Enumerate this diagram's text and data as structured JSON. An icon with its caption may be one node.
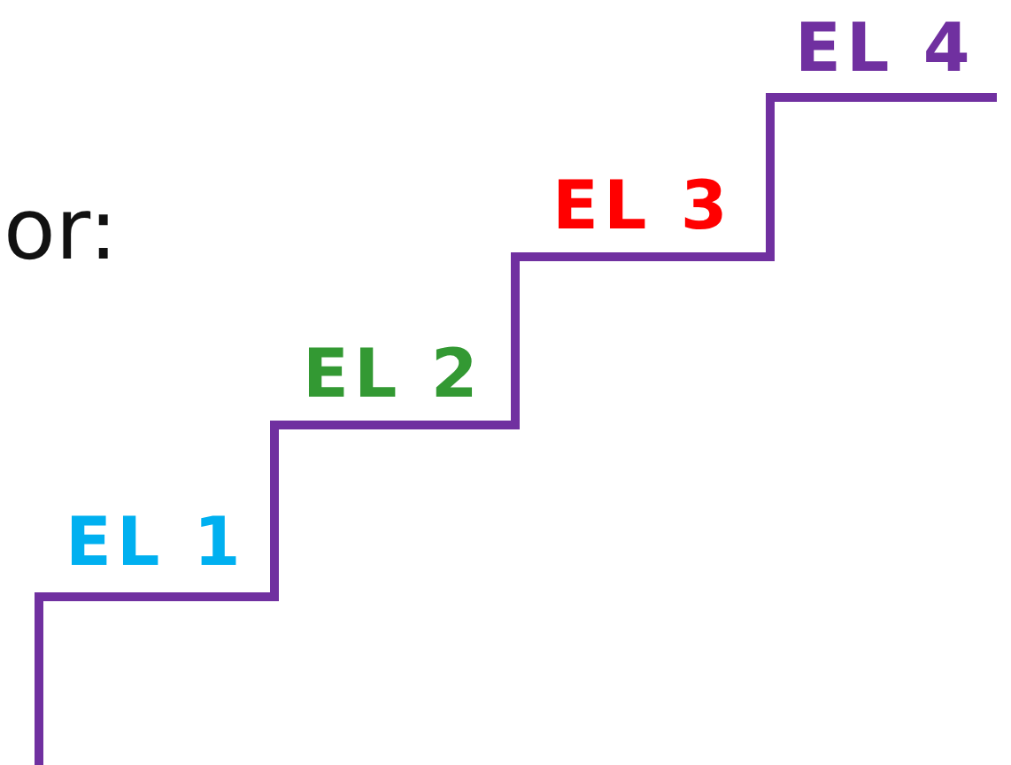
{
  "diagram": {
    "labels": [
      "EL 4",
      "or:",
      "EL 3",
      "EL 2",
      "EL 1"
    ]
  }
}
